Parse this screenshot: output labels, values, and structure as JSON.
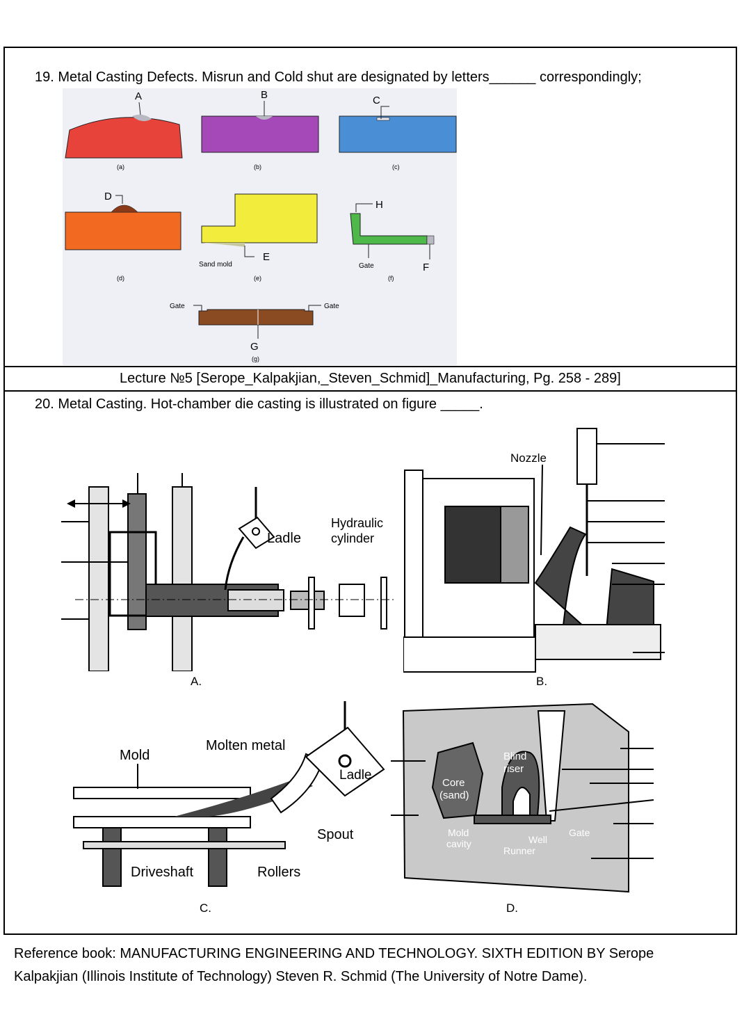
{
  "q19": {
    "question": "19. Metal Casting Defects. Misrun and Cold shut are designated by letters______ correspondingly;",
    "labels": {
      "A": "A",
      "B": "B",
      "C": "C",
      "D": "D",
      "E": "E",
      "F": "F",
      "G": "G",
      "H": "H"
    },
    "sub": {
      "a": "(a)",
      "b": "(b)",
      "c": "(c)",
      "d": "(d)",
      "e": "(e)",
      "f": "(f)",
      "g": "(g)"
    },
    "sand_mold": "Sand mold",
    "gate": "Gate",
    "colors": {
      "a": "#e8433b",
      "b": "#a548b8",
      "c": "#4a8fd6",
      "d": "#f26a22",
      "e": "#f2ec3c",
      "f": "#4fb84a",
      "g": "#8a4a22",
      "panel_bg": "#eef0f6"
    }
  },
  "lecture": "Lecture №5 [Serope_Kalpakjian,_Steven_Schmid]_Manufacturing, Pg. 258 - 289]",
  "q20": {
    "question": "20. Metal Casting. Hot-chamber die casting is illustrated on figure _____.",
    "figA": {
      "caption": "A.",
      "ladle": "Ladle",
      "hydraulic": "Hydraulic",
      "cylinder": "cylinder"
    },
    "figB": {
      "caption": "B.",
      "nozzle": "Nozzle"
    },
    "figC": {
      "caption": "C.",
      "mold": "Mold",
      "molten": "Molten metal",
      "ladle": "Ladle",
      "spout": "Spout",
      "driveshaft": "Driveshaft",
      "rollers": "Rollers"
    },
    "figD": {
      "caption": "D.",
      "blind": "Blind",
      "riser": "riser",
      "core1": "Core",
      "core2": "(sand)",
      "mold": "Mold",
      "cavity": "cavity",
      "well": "Well",
      "gate": "Gate",
      "runner": "Runner"
    }
  },
  "reference": {
    "line1": "Reference book: MANUFACTURING ENGINEERING AND TECHNOLOGY. SIXTH EDITION BY Serope",
    "line2": "Kalpakjian (Illinois Institute of Technology) Steven R. Schmid (The University of Notre Dame)."
  }
}
